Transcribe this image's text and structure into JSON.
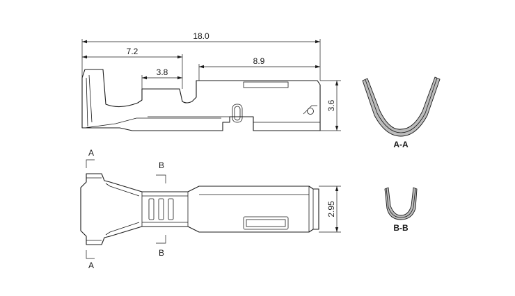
{
  "dimensions": {
    "overall_length": "18.0",
    "insulation_length": "7.2",
    "wire_crimp_length": "3.8",
    "box_length": "8.9",
    "side_height": "3.6",
    "top_width": "2.95"
  },
  "section_markers": {
    "a_top": "A",
    "a_bottom": "A",
    "b_top": "B",
    "b_bottom": "B"
  },
  "section_titles": {
    "aa": "A-A",
    "bb": "B-B"
  }
}
